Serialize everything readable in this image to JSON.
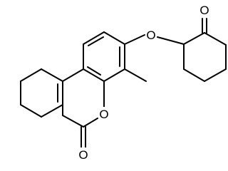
{
  "molecule": {
    "atoms": {
      "carbonyl_oxygen_top": "O",
      "ether_oxygen": "O",
      "ring_oxygen": "O",
      "lactone_carbonyl_oxygen": "O"
    }
  },
  "colors": {
    "bond": "#000000",
    "background": "#ffffff"
  }
}
